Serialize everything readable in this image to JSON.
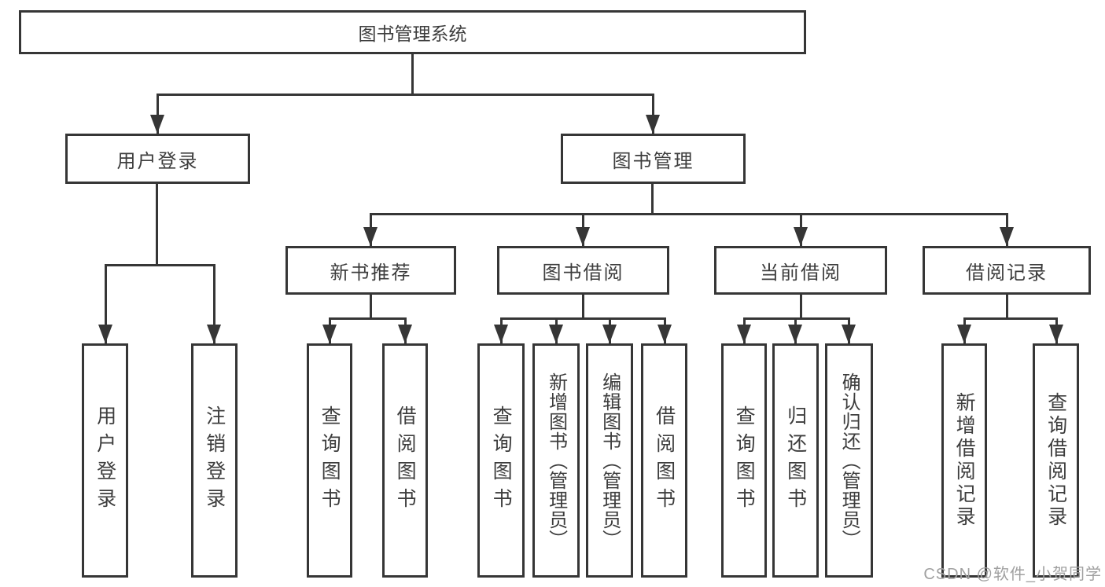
{
  "colors": {
    "line": "#363636",
    "box_border": "#363636",
    "text": "#3d3d3d",
    "background": "#ffffff",
    "watermark": "#a0a0a0"
  },
  "root": {
    "label": "图书管理系统"
  },
  "level2": [
    {
      "label": "用户登录"
    },
    {
      "label": "图书管理"
    }
  ],
  "level3": [
    {
      "label": "新书推荐"
    },
    {
      "label": "图书借阅"
    },
    {
      "label": "当前借阅"
    },
    {
      "label": "借阅记录"
    }
  ],
  "leaves": {
    "user_login": [
      {
        "label": "用户登录"
      },
      {
        "label": "注销登录"
      }
    ],
    "new_book_recommend": [
      {
        "label": "查询图书"
      },
      {
        "label": "借阅图书"
      }
    ],
    "book_borrow": [
      {
        "label": "查询图书"
      },
      {
        "label": "新增图书（管理员）"
      },
      {
        "label": "编辑图书（管理员）"
      },
      {
        "label": "借阅图书"
      }
    ],
    "current_borrow": [
      {
        "label": "查询图书"
      },
      {
        "label": "归还图书"
      },
      {
        "label": "确认归还（管理员）"
      }
    ],
    "borrow_records": [
      {
        "label": "新增借阅记录"
      },
      {
        "label": "查询借阅记录"
      }
    ]
  },
  "watermark": {
    "label": "CSDN @软件_小贺同学"
  }
}
